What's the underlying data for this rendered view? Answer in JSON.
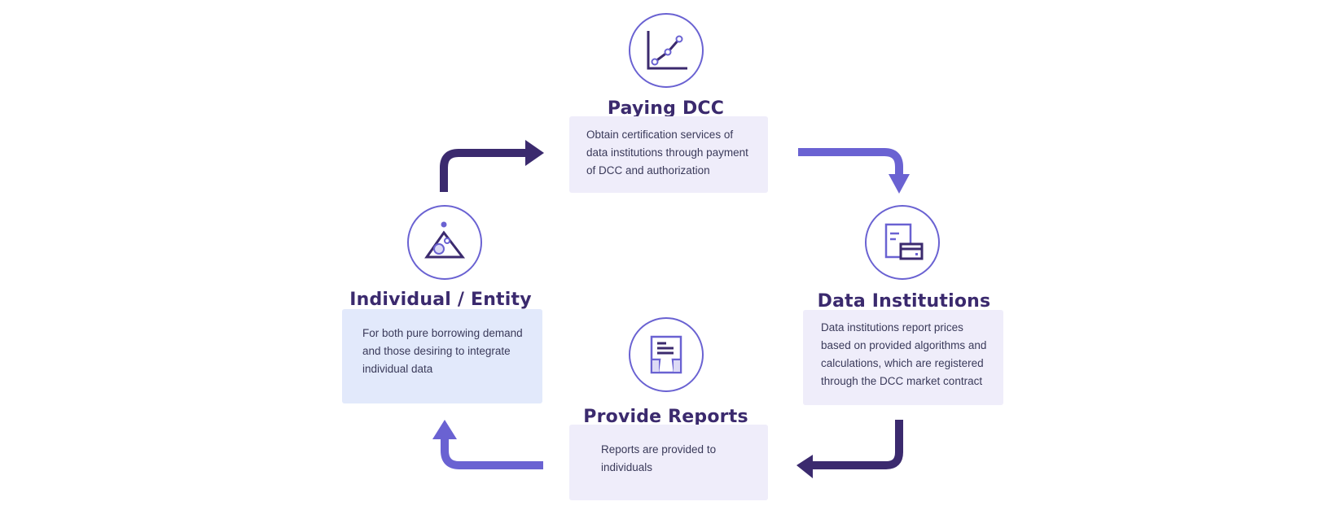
{
  "colors": {
    "dark_purple": "#3b2a6e",
    "accent_purple": "#6a62d2",
    "box_lavender": "#efedfa",
    "box_blue": "#e2e9fb",
    "text": "#3a3a5a"
  },
  "nodes": {
    "paying_dcc": {
      "icon": "line-chart-icon",
      "title": "Paying DCC",
      "description": "Obtain certification services of\ndata institutions through payment\n of DCC and authorization"
    },
    "data_institutions": {
      "icon": "document-card-icon",
      "title": "Data Institutions",
      "description": "Data institutions report prices\nbased on provided algorithms and\ncalculations, which are registered\nthrough the DCC market contract"
    },
    "provide_reports": {
      "icon": "report-tray-icon",
      "title": "Provide Reports",
      "description": "Reports are provided  to\nindividuals"
    },
    "individual_entity": {
      "icon": "triangle-shapes-icon",
      "title": "Individual / Entity",
      "description": "For both pure borrowing demand\n and those desiring to integrate\nindividual data"
    }
  },
  "arrows": [
    {
      "from": "individual_entity",
      "to": "paying_dcc",
      "color": "#3b2a6e"
    },
    {
      "from": "paying_dcc",
      "to": "data_institutions",
      "color": "#6a62d2"
    },
    {
      "from": "data_institutions",
      "to": "provide_reports",
      "color": "#3b2a6e"
    },
    {
      "from": "provide_reports",
      "to": "individual_entity",
      "color": "#6a62d2"
    }
  ]
}
